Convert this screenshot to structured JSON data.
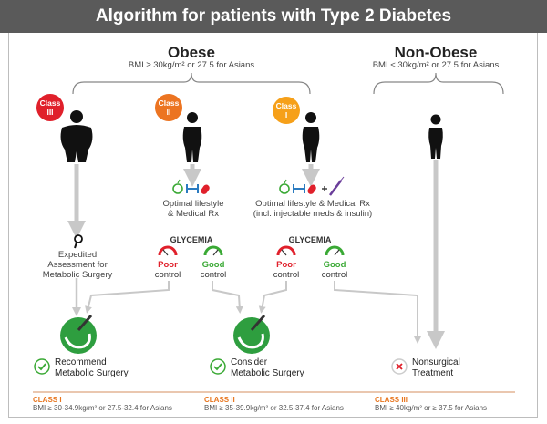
{
  "title": "Algorithm for patients with Type 2 Diabetes",
  "obese": {
    "heading": "Obese",
    "criteria": "BMI ≥ 30kg/m² or 27.5 for Asians"
  },
  "non_obese": {
    "heading": "Non-Obese",
    "criteria": "BMI < 30kg/m² or 27.5 for Asians"
  },
  "badges": [
    {
      "line1": "Class",
      "line2": "III",
      "color": "#e0202b"
    },
    {
      "line1": "Class",
      "line2": "II",
      "color": "#ec7421"
    },
    {
      "line1": "Class",
      "line2": "I",
      "color": "#f6a019"
    }
  ],
  "class3_step": {
    "line1": "Expedited",
    "line2": "Assessment for",
    "line3": "Metabolic Surgery"
  },
  "class2_step": {
    "line1": "Optimal lifestyle",
    "line2": "& Medical Rx"
  },
  "class1_step": {
    "line1": "Optimal lifestyle & Medical Rx",
    "line2": "(incl. injectable meds & insulin)"
  },
  "glycemia_label": "GLYCEMIA",
  "poor": {
    "line1": "Poor",
    "line2": "control",
    "color": "#e0202b"
  },
  "good": {
    "line1": "Good",
    "line2": "control",
    "color": "#3aa935"
  },
  "outcomes": {
    "recommend": {
      "line1": "Recommend",
      "line2": "Metabolic Surgery"
    },
    "consider": {
      "line1": "Consider",
      "line2": "Metabolic Surgery"
    },
    "nonsurgical": {
      "line1": "Nonsurgical",
      "line2": "Treatment"
    }
  },
  "footer": [
    {
      "label": "CLASS I",
      "range": "BMI ≥ 30-34.9kg/m² or 27.5-32.4 for Asians"
    },
    {
      "label": "CLASS II",
      "range": "BMI ≥ 35-39.9kg/m² or 32.5-37.4 for Asians"
    },
    {
      "label": "CLASS III",
      "range": "BMI ≥ 40kg/m² or ≥ 37.5 for Asians"
    }
  ],
  "colors": {
    "header": "#5a5a5a",
    "arrow": "#cccccc",
    "green": "#3aa935",
    "red": "#e0202b"
  }
}
